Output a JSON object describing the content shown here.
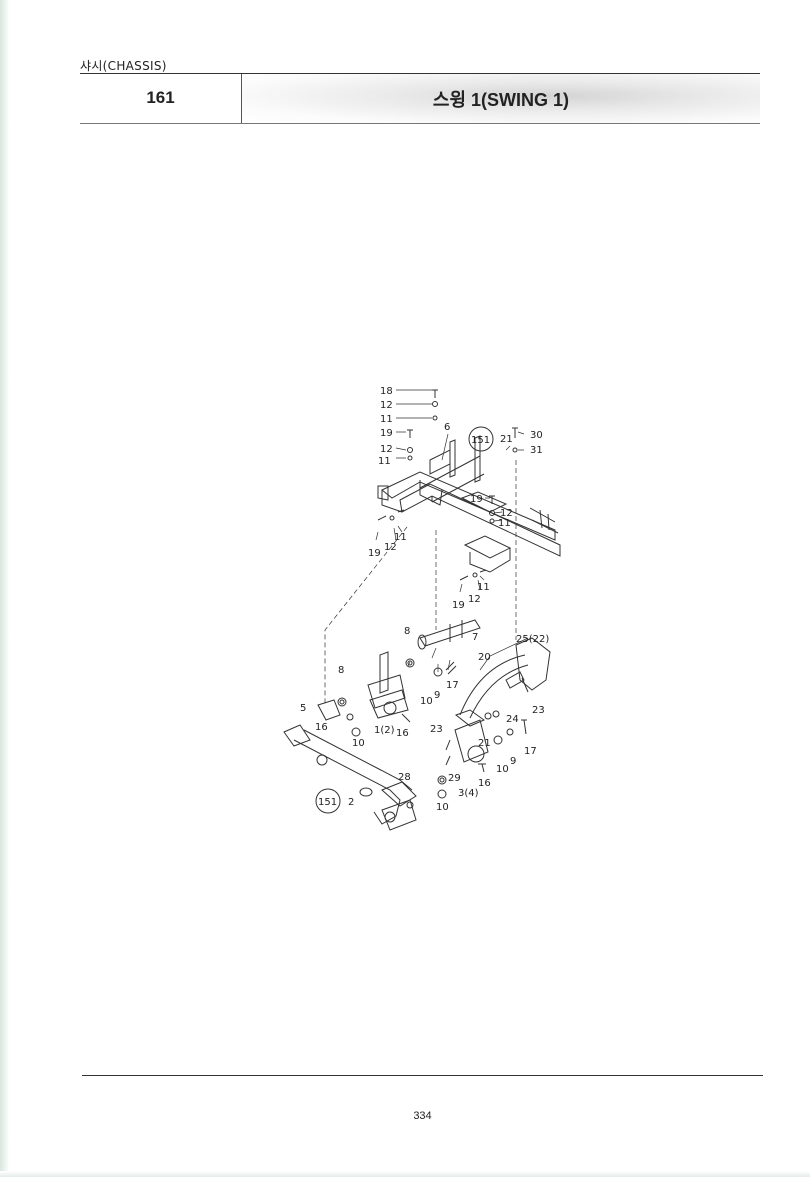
{
  "header": {
    "section": "샤시(CHASSIS)",
    "group_number": "161",
    "group_title": "스윙 1(SWING 1)"
  },
  "diagram": {
    "callouts": {
      "c18": "18",
      "c12a": "12",
      "c11a": "11",
      "c19a": "19",
      "c12b": "12",
      "c11b": "11",
      "c6": "6",
      "c21": "21",
      "c30": "30",
      "c31": "31",
      "c19b": "19",
      "c12c": "12",
      "c11c": "11",
      "c11d": "11",
      "c19c": "19",
      "c12d": "12",
      "c11e": "11",
      "c19d": "19",
      "c12e": "12",
      "c8a": "8",
      "c7": "7",
      "c25": "25(22)",
      "c20": "20",
      "c8b": "8",
      "c17a": "17",
      "c9a": "9",
      "c10a": "10",
      "c5": "5",
      "c16a": "16",
      "c1": "1(2)",
      "c16b": "16",
      "c10b": "10",
      "c23a": "23",
      "c24": "24",
      "c23b": "23",
      "c21b": "21",
      "c17b": "17",
      "c9b": "9",
      "c10c": "10",
      "c28": "28",
      "c29": "29",
      "c3": "3(4)",
      "c16c": "16",
      "c10d": "10",
      "c2": "2"
    },
    "ref_bubbles": {
      "top": "151",
      "bottom": "151"
    }
  },
  "footer": {
    "page_number": "334"
  }
}
